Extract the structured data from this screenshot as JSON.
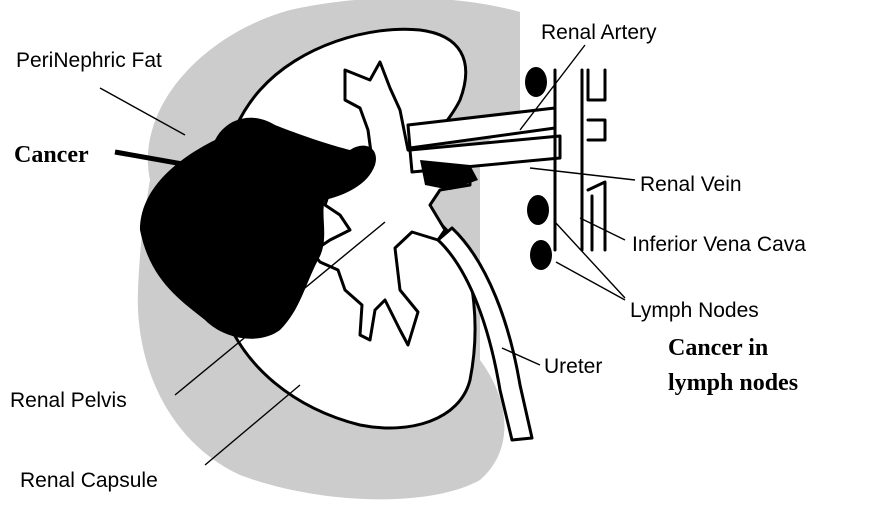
{
  "labels": {
    "perinephric_fat": "PeriNephric Fat",
    "cancer": "Cancer",
    "renal_artery": "Renal Artery",
    "renal_vein": "Renal Vein",
    "inferior_vena_cava": "Inferior Vena Cava",
    "lymph_nodes": "Lymph Nodes",
    "cancer_in_lymph_nodes_line1": "Cancer in",
    "cancer_in_lymph_nodes_line2": "lymph nodes",
    "ureter": "Ureter",
    "renal_pelvis": "Renal Pelvis",
    "renal_capsule": "Renal Capsule"
  },
  "colors": {
    "fat": "#cccccc",
    "ink": "#000000",
    "paper": "#ffffff"
  }
}
